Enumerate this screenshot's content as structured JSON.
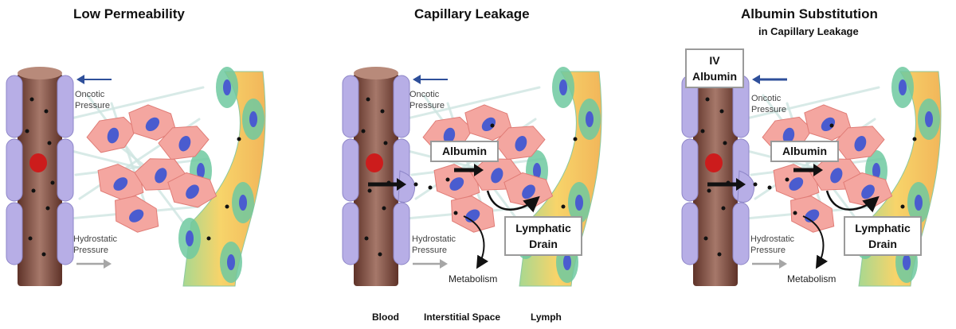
{
  "panels": [
    {
      "title": "Low Permeability",
      "subtitle": "",
      "oncotic": [
        "Oncotic",
        "Pressure"
      ],
      "hydrostatic": [
        "Hydrostatic",
        "Pressure"
      ]
    },
    {
      "title": "Capillary Leakage",
      "subtitle": "",
      "oncotic": [
        "Oncotic",
        "Pressure"
      ],
      "hydrostatic": [
        "Hydrostatic",
        "Pressure"
      ],
      "albumin_box": "Albumin",
      "lymphatic_box": [
        "Lymphatic",
        "Drain"
      ],
      "metabolism": "Metabolism"
    },
    {
      "title": "Albumin Substitution",
      "subtitle": "in Capillary Leakage",
      "iv_box": [
        "IV",
        "Albumin"
      ],
      "oncotic": [
        "Oncotic",
        "Pressure"
      ],
      "hydrostatic": [
        "Hydrostatic",
        "Pressure"
      ],
      "albumin_box": "Albumin",
      "lymphatic_box": [
        "Lymphatic",
        "Drain"
      ],
      "metabolism": "Metabolism"
    }
  ],
  "footer": {
    "blood": "Blood",
    "interstitial": "Interstitial Space",
    "lymph": "Lymph"
  },
  "colors": {
    "vessel": "#8a5a4a",
    "endothelium": "#b7aee6",
    "red_cell": "#cc1c1c",
    "cell_body": "#f4a6a0",
    "nucleus": "#4a5ccf",
    "lymph_yellow": "#f6cf6a",
    "lymph_green": "#6fc9a0",
    "oncotic_arrow": "#2e4f9a",
    "hydrostatic_arrow": "#a6a6a6"
  }
}
